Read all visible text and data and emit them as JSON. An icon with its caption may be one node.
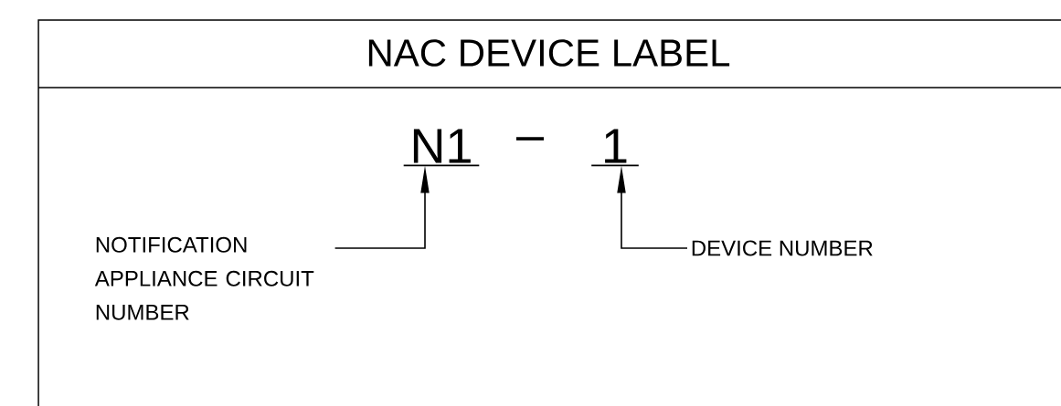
{
  "diagram": {
    "title": "NAC DEVICE LABEL",
    "nodes": [
      {
        "text": [
          "N1"
        ]
      },
      {
        "text": [
          "1"
        ]
      },
      {
        "text": [
          "NOTIFICATION APPLIANCE CIRCUIT NUMBER"
        ]
      },
      {
        "text": [
          "DEVICE NUMBER"
        ]
      }
    ],
    "edges": [
      {
        "from": 2,
        "to": 0,
        "arrow": "to"
      },
      {
        "from": 3,
        "to": 1,
        "arrow": "to"
      }
    ],
    "labels": [
      "–"
    ]
  }
}
